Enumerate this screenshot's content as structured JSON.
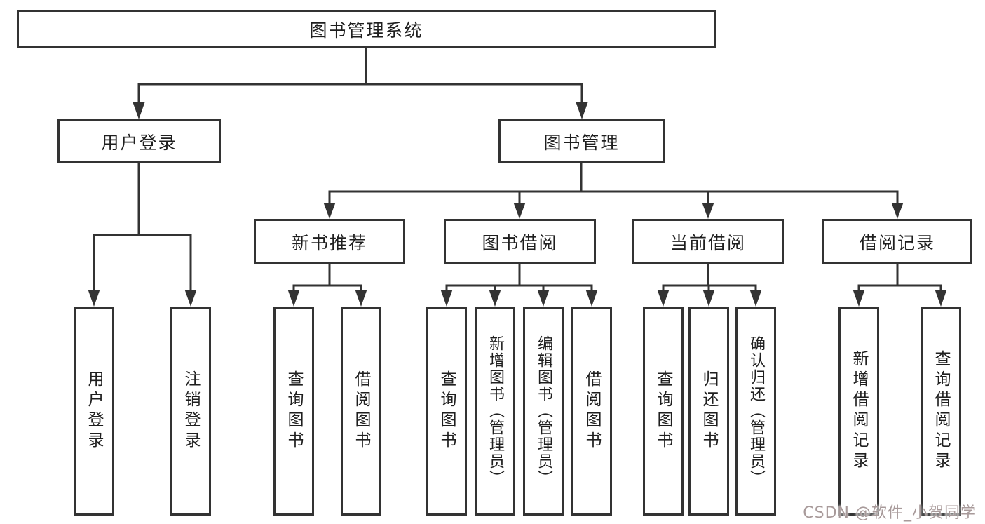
{
  "diagram": {
    "watermark": "CSDN @软件_小贺同学",
    "colors": {
      "line": "#333333",
      "text": "#1f1f1f",
      "watermark": "#a89a9a",
      "background": "#ffffff"
    },
    "tree": {
      "label": "图书管理系统",
      "children": [
        {
          "label": "用户登录",
          "children": [
            {
              "label": "用户登录"
            },
            {
              "label": "注销登录"
            }
          ]
        },
        {
          "label": "图书管理",
          "children": [
            {
              "label": "新书推荐",
              "children": [
                {
                  "label": "查询图书"
                },
                {
                  "label": "借阅图书"
                }
              ]
            },
            {
              "label": "图书借阅",
              "children": [
                {
                  "label": "查询图书"
                },
                {
                  "label": "新增图书（管理员）"
                },
                {
                  "label": "编辑图书（管理员）"
                },
                {
                  "label": "借阅图书"
                }
              ]
            },
            {
              "label": "当前借阅",
              "children": [
                {
                  "label": "查询图书"
                },
                {
                  "label": "归还图书"
                },
                {
                  "label": "确认归还（管理员）"
                }
              ]
            },
            {
              "label": "借阅记录",
              "children": [
                {
                  "label": "新增借阅记录"
                },
                {
                  "label": "查询借阅记录"
                }
              ]
            }
          ]
        }
      ]
    }
  }
}
